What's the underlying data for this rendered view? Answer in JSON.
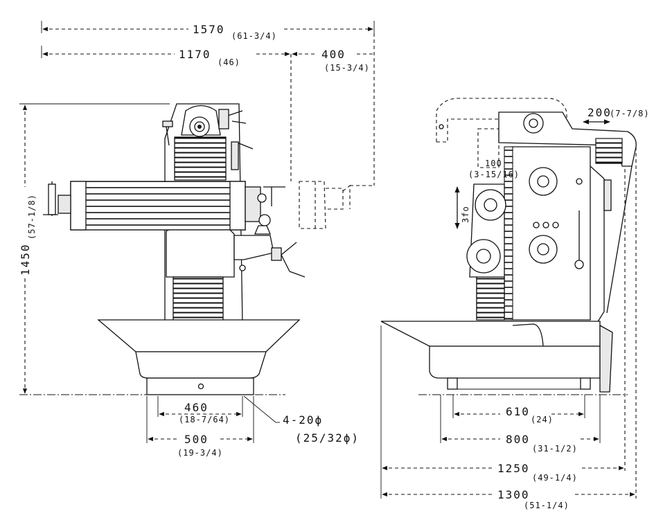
{
  "left_view": {
    "overall_width": {
      "value": "1570",
      "sub": "(61-3/4)"
    },
    "table_width": {
      "value": "1170",
      "sub": "(46)"
    },
    "overhang": {
      "value": "400",
      "sub": "(15-3/4)"
    },
    "height": {
      "value": "1450",
      "sub": "(57-1/8)"
    },
    "bolt_spacing_460": {
      "value": "460",
      "sub": "(18-7/64)"
    },
    "base_500": {
      "value": "500",
      "sub": "(19-3/4)"
    },
    "bolt_holes": {
      "value": "4-20ϕ",
      "sub": "(25/32ϕ)"
    }
  },
  "right_view": {
    "ram_travel": {
      "value": "200",
      "sub": "(7-7/8)"
    },
    "knee_100": {
      "value": "100",
      "sub": "(3-15/16)"
    },
    "knee_travel_label": "3fo",
    "base_610": {
      "value": "610",
      "sub": "(24)"
    },
    "base_800": {
      "value": "800",
      "sub": "(31-1/2)"
    },
    "depth_1250": {
      "value": "1250",
      "sub": "(49-1/4)"
    },
    "depth_1300": {
      "value": "1300",
      "sub": "(51-1/4)"
    }
  }
}
